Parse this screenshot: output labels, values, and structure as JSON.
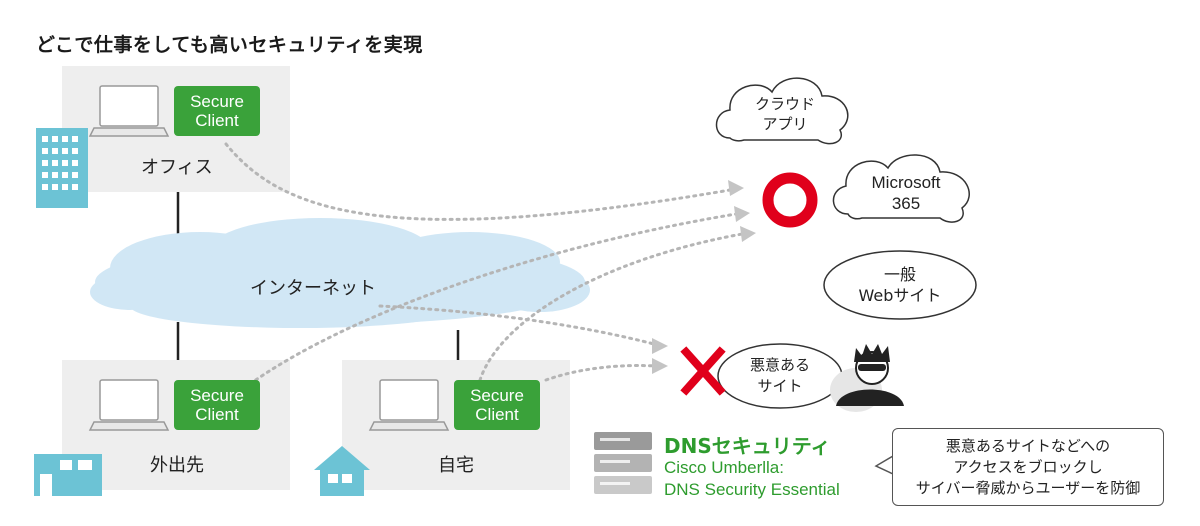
{
  "title": "どこで仕事をしても高いセキュリティを実現",
  "locations": {
    "office": "オフィス",
    "remote": "外出先",
    "home": "自宅"
  },
  "secure_client": {
    "line1": "Secure",
    "line2": "Client"
  },
  "internet_label": "インターネット",
  "destinations": {
    "cloud_app": {
      "line1": "クラウド",
      "line2": "アプリ"
    },
    "microsoft": {
      "line1": "Microsoft",
      "line2": "365"
    },
    "web": {
      "line1": "一般",
      "line2": "Webサイト"
    },
    "malicious": {
      "line1": "悪意ある",
      "line2": "サイト"
    }
  },
  "dns": {
    "title": "DNSセキュリティ",
    "line1": "Cisco Umberlla:",
    "line2": "DNS Security Essential"
  },
  "callout": {
    "line1": "悪意あるサイトなどへの",
    "line2": "アクセスをブロックし",
    "line3": "サイバー脅威からユーザーを防御"
  },
  "colors": {
    "secure_client": "#3aa23a",
    "dns_text": "#2e9c2e",
    "allow_ring": "#e0001b",
    "block_x": "#e0001b",
    "internet_cloud": "#cfe6f5",
    "building": "#6cc3d5",
    "location_box": "#eeeeee"
  },
  "icons": [
    "office-building-icon",
    "store-icon",
    "house-icon",
    "laptop-icon",
    "allow-ring-icon",
    "block-x-icon",
    "hacker-icon",
    "server-stack-icon"
  ]
}
